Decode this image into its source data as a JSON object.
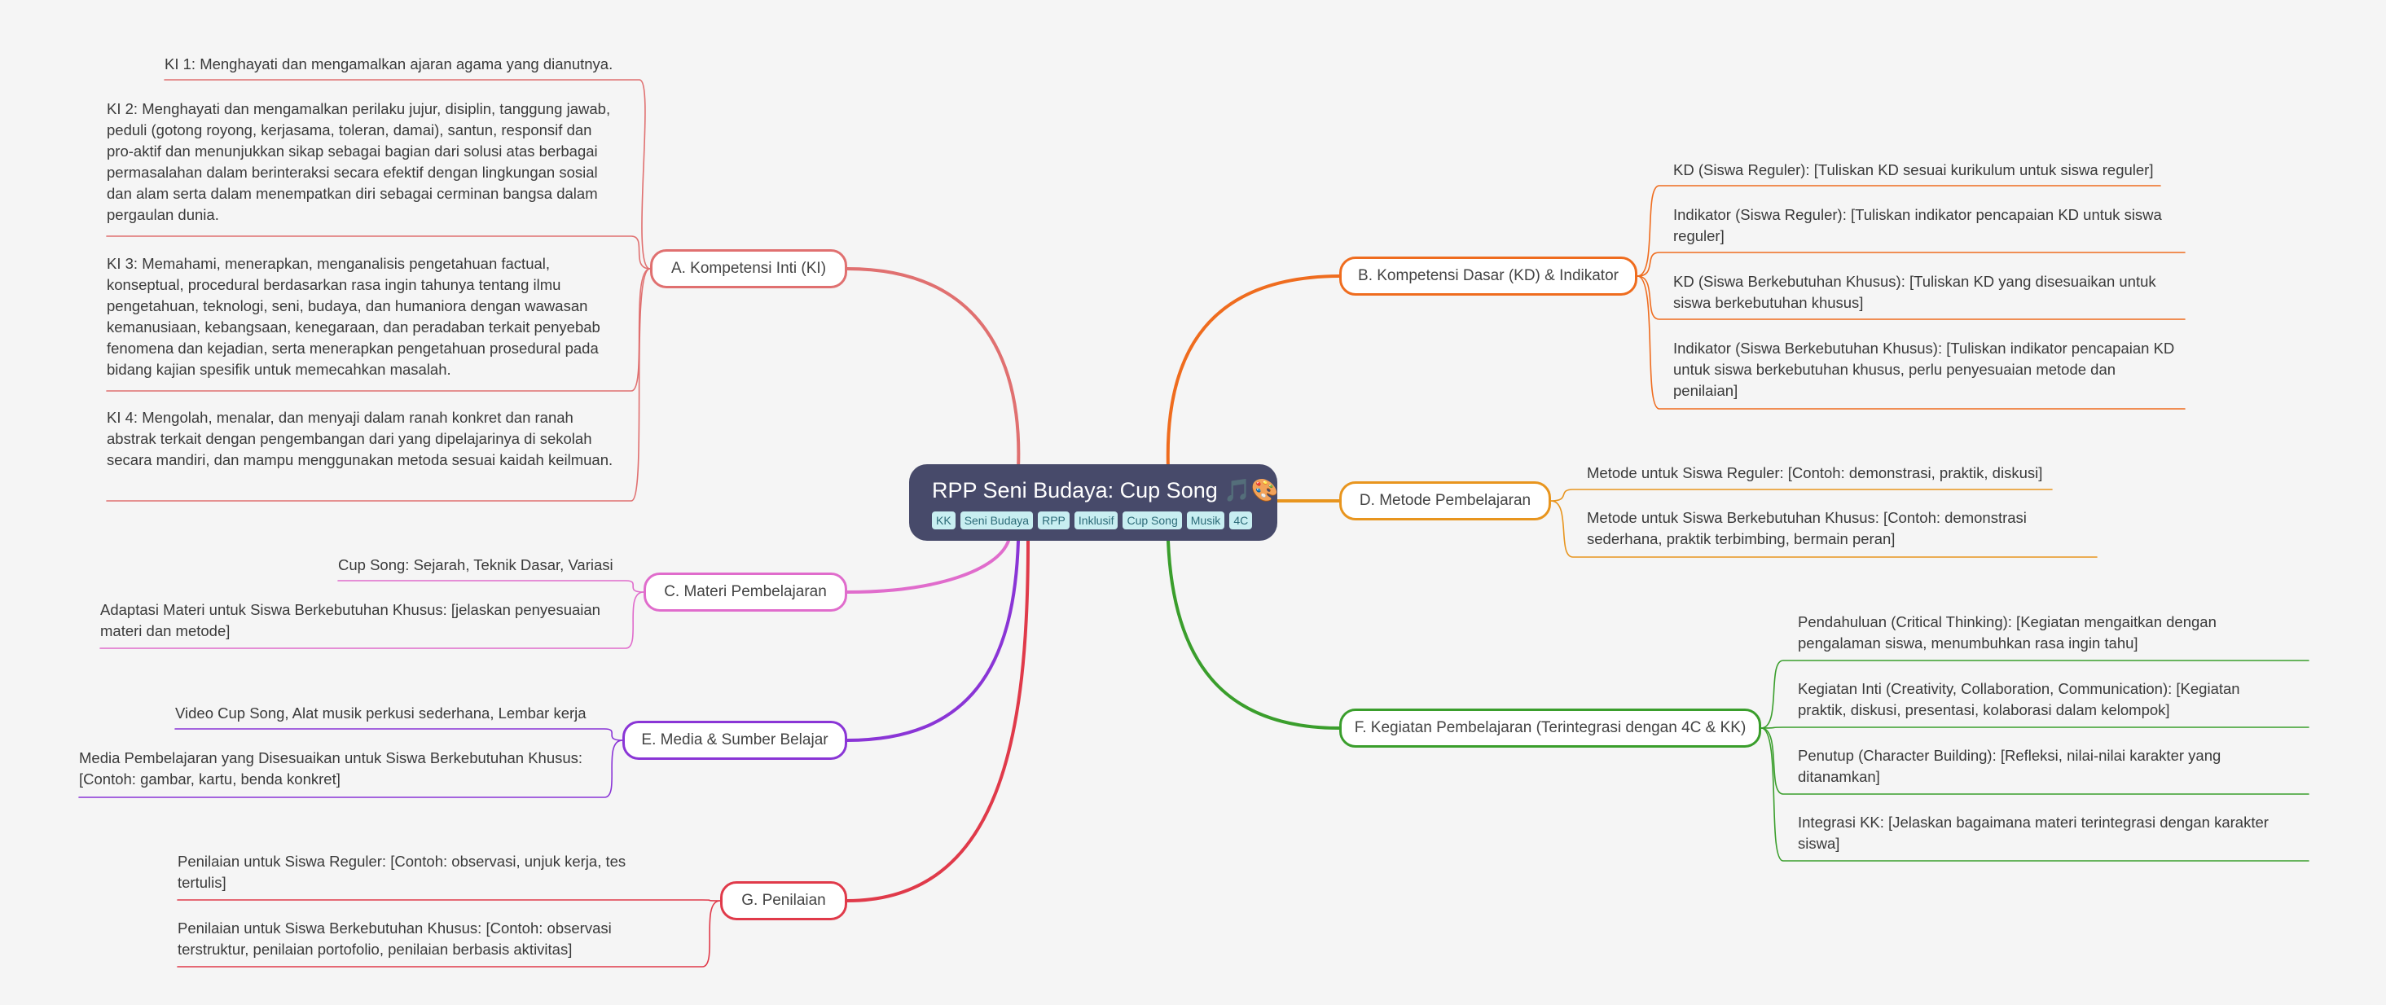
{
  "root": {
    "title": "RPP Seni Budaya: Cup Song 🎵🎨",
    "tags": [
      "KK",
      "Seni Budaya",
      "RPP",
      "Inklusif",
      "Cup Song",
      "Musik",
      "4C"
    ]
  },
  "colors": {
    "ki": "#e07070",
    "kd": "#ef6c1e",
    "metode": "#e8951e",
    "kegiatan": "#3a9e2c",
    "materi": "#e06ccc",
    "media": "#8a35d6",
    "penilaian": "#e03a4a"
  },
  "branches": {
    "ki": {
      "label": "A. Kompetensi Inti (KI)",
      "items": [
        "KI 1: Menghayati dan mengamalkan ajaran agama yang dianutnya.",
        "KI 2: Menghayati dan mengamalkan perilaku jujur, disiplin, tanggung jawab, peduli (gotong royong, kerjasama, toleran, damai), santun, responsif dan pro-aktif dan menunjukkan sikap sebagai bagian dari solusi atas berbagai permasalahan dalam berinteraksi secara efektif dengan lingkungan sosial dan alam serta dalam menempatkan diri sebagai cerminan bangsa dalam pergaulan dunia.",
        "KI 3: Memahami, menerapkan, menganalisis pengetahuan factual, konseptual, procedural berdasarkan rasa ingin tahunya tentang ilmu pengetahuan, teknologi, seni, budaya, dan humaniora dengan wawasan kemanusiaan, kebangsaan, kenegaraan, dan peradaban terkait penyebab fenomena dan kejadian, serta menerapkan pengetahuan prosedural pada bidang kajian spesifik untuk memecahkan masalah.",
        "KI 4: Mengolah, menalar, dan menyaji dalam ranah konkret dan ranah abstrak terkait dengan pengembangan dari yang dipelajarinya di sekolah secara mandiri, dan mampu menggunakan metoda sesuai kaidah keilmuan."
      ]
    },
    "kd": {
      "label": "B. Kompetensi Dasar (KD) & Indikator",
      "items": [
        "KD (Siswa Reguler):  [Tuliskan KD sesuai kurikulum untuk siswa reguler]",
        "Indikator (Siswa Reguler): [Tuliskan indikator pencapaian KD untuk siswa reguler]",
        "KD (Siswa Berkebutuhan Khusus): [Tuliskan KD yang disesuaikan untuk siswa berkebutuhan khusus]",
        "Indikator (Siswa Berkebutuhan Khusus): [Tuliskan indikator pencapaian KD untuk siswa berkebutuhan khusus, perlu penyesuaian metode dan penilaian]"
      ]
    },
    "metode": {
      "label": "D. Metode Pembelajaran",
      "items": [
        "Metode untuk Siswa Reguler: [Contoh: demonstrasi, praktik, diskusi]",
        "Metode untuk Siswa Berkebutuhan Khusus: [Contoh: demonstrasi sederhana, praktik terbimbing, bermain peran]"
      ]
    },
    "kegiatan": {
      "label": "F. Kegiatan Pembelajaran (Terintegrasi dengan 4C & KK)",
      "items": [
        "Pendahuluan (Critical Thinking): [Kegiatan mengaitkan dengan pengalaman siswa, menumbuhkan rasa ingin tahu]",
        "Kegiatan Inti (Creativity, Collaboration, Communication): [Kegiatan praktik, diskusi, presentasi, kolaborasi dalam kelompok]",
        "Penutup (Character Building): [Refleksi, nilai-nilai karakter yang ditanamkan]",
        "Integrasi KK: [Jelaskan bagaimana materi terintegrasi dengan karakter siswa]"
      ]
    },
    "materi": {
      "label": "C. Materi Pembelajaran",
      "items": [
        "Cup Song: Sejarah, Teknik Dasar, Variasi",
        "Adaptasi Materi untuk Siswa Berkebutuhan Khusus: [jelaskan penyesuaian materi dan metode]"
      ]
    },
    "media": {
      "label": "E. Media & Sumber Belajar",
      "items": [
        "Video Cup Song, Alat musik perkusi sederhana, Lembar kerja",
        "Media Pembelajaran yang Disesuaikan untuk Siswa Berkebutuhan Khusus: [Contoh: gambar, kartu, benda konkret]"
      ]
    },
    "penilaian": {
      "label": "G. Penilaian",
      "items": [
        "Penilaian untuk Siswa Reguler: [Contoh: observasi, unjuk kerja, tes tertulis]",
        "Penilaian untuk Siswa Berkebutuhan Khusus: [Contoh: observasi terstruktur, penilaian portofolio, penilaian berbasis aktivitas]"
      ]
    }
  }
}
